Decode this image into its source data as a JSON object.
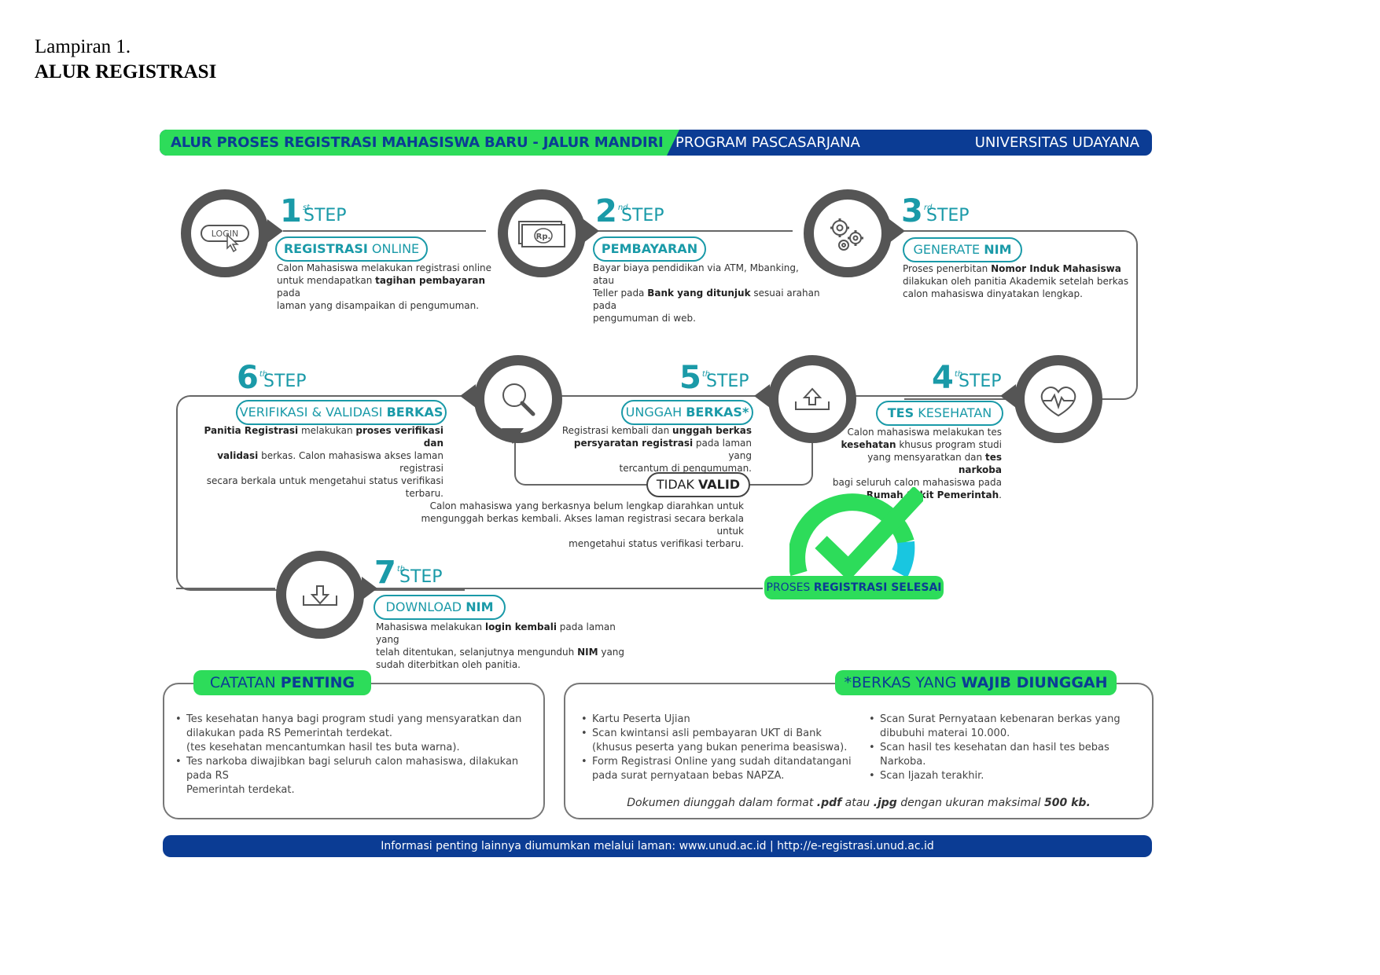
{
  "doc": {
    "lampiran": "Lampiran 1.",
    "title": "ALUR REGISTRASI"
  },
  "banner": {
    "left": "ALUR PROSES REGISTRASI MAHASISWA BARU - JALUR MANDIRI",
    "middle": "PROGRAM PASCASARJANA",
    "right": "UNIVERSITAS UDAYANA"
  },
  "step_word": "STEP",
  "steps": [
    {
      "num": "1",
      "ord": "st",
      "icon_label": "LOGIN",
      "pill_a": "REGISTRASI",
      "pill_b": " ONLINE",
      "d1": "Calon Mahasiswa melakukan registrasi online",
      "d2a": "untuk mendapatkan ",
      "d2b": "tagihan pembayaran",
      "d2c": " pada",
      "d3": "laman yang disampaikan di pengumuman."
    },
    {
      "num": "2",
      "ord": "nd",
      "icon_label": "Rp.",
      "pill_a": "PEMBAYARAN",
      "d1": "Bayar biaya pendidikan via ATM, Mbanking, atau",
      "d2a": "Teller pada ",
      "d2b": "Bank yang ditunjuk",
      "d2c": " sesuai arahan pada",
      "d3": "pengumuman di web."
    },
    {
      "num": "3",
      "ord": "rd",
      "pill_a": "GENERATE ",
      "pill_b": "NIM",
      "d1a": "Proses penerbitan ",
      "d1b": "Nomor Induk Mahasiswa",
      "d2": "dilakukan oleh panitia Akademik setelah berkas",
      "d3": "calon mahasiswa dinyatakan lengkap."
    },
    {
      "num": "4",
      "ord": "th",
      "pill_a": "TES",
      "pill_b": " KESEHATAN",
      "d1": "Calon mahasiswa melakukan tes",
      "d2a": "kesehatan",
      "d2b": " khusus program studi",
      "d3a": "yang mensyaratkan dan ",
      "d3b": "tes narkoba",
      "d4": "bagi seluruh calon mahasiswa pada",
      "d5": "Rumah Sakit Pemerintah",
      "d5b": "."
    },
    {
      "num": "5",
      "ord": "th",
      "pill_a": "UNGGAH ",
      "pill_b": "BERKAS*",
      "d1a": "Registrasi kembali dan ",
      "d1b": "unggah berkas",
      "d2a": "persyaratan registrasi",
      "d2b": " pada laman yang",
      "d3": "tercantum di pengumuman."
    },
    {
      "num": "6",
      "ord": "th",
      "pill_a": "VERIFIKASI & VALIDASI ",
      "pill_b": "BERKAS",
      "d1a": "Panitia Registrasi",
      "d1b": " melakukan ",
      "d1c": "proses verifikasi dan",
      "d2a": "validasi",
      "d2b": " berkas. Calon mahasiswa akses laman registrasi",
      "d3": "secara berkala untuk mengetahui status verifikasi terbaru."
    },
    {
      "num": "7",
      "ord": "th",
      "pill_a": "DOWNLOAD ",
      "pill_b": "NIM",
      "d1a": "Mahasiswa melakukan ",
      "d1b": "login kembali",
      "d1c": " pada laman yang",
      "d2a": "telah ditentukan, selanjutnya mengunduh ",
      "d2b": "NIM",
      "d2c": " yang",
      "d3": "sudah diterbitkan oleh panitia."
    }
  ],
  "tidak_valid": {
    "a": "TIDAK ",
    "b": "VALID",
    "l1": "Calon mahasiswa yang berkasnya belum lengkap diarahkan untuk",
    "l2": "mengunggah berkas kembali. Akses laman registrasi secara berkala untuk",
    "l3": "mengetahui status verifikasi terbaru."
  },
  "selesai": {
    "a": "PROSES ",
    "b": "REGISTRASI SELESAI"
  },
  "catatan": {
    "title_a": "CATATAN ",
    "title_b": "PENTING",
    "i1a": "Tes kesehatan hanya bagi program studi yang mensyaratkan dan",
    "i1b": "dilakukan pada RS Pemerintah terdekat.",
    "i1c": "(tes kesehatan mencantumkan hasil tes buta warna).",
    "i2a": "Tes narkoba diwajibkan bagi seluruh calon mahasiswa, dilakukan pada RS",
    "i2b": "Pemerintah terdekat."
  },
  "berkas": {
    "title_a": "*BERKAS YANG ",
    "title_b": "WAJIB DIUNGGAH",
    "c1i1": "Kartu Peserta Ujian",
    "c1i2a": "Scan kwintansi asli pembayaran UKT di Bank",
    "c1i2b": "(khusus peserta yang bukan penerima beasiswa).",
    "c1i3a": "Form Registrasi Online yang sudah ditandatangani",
    "c1i3b": "pada surat pernyataan bebas NAPZA.",
    "c2i1a": "Scan Surat Pernyataan kebenaran berkas yang",
    "c2i1b": "dibubuhi materai 10.000.",
    "c2i2": "Scan hasil tes kesehatan dan hasil tes bebas Narkoba.",
    "c2i3": "Scan Ijazah terakhir.",
    "note_a": "Dokumen diunggah dalam format ",
    "note_b": ".pdf",
    "note_c": " atau ",
    "note_d": ".jpg",
    "note_e": " dengan ukuran maksimal ",
    "note_f": "500 kb."
  },
  "footer": "Informasi penting lainnya diumumkan melalui laman:  www.unud.ac.id  |  http://e-registrasi.unud.ac.id",
  "colors": {
    "teal": "#1a9aa8",
    "green": "#2ddc5a",
    "navy": "#0b3c94",
    "gray": "#555555"
  }
}
